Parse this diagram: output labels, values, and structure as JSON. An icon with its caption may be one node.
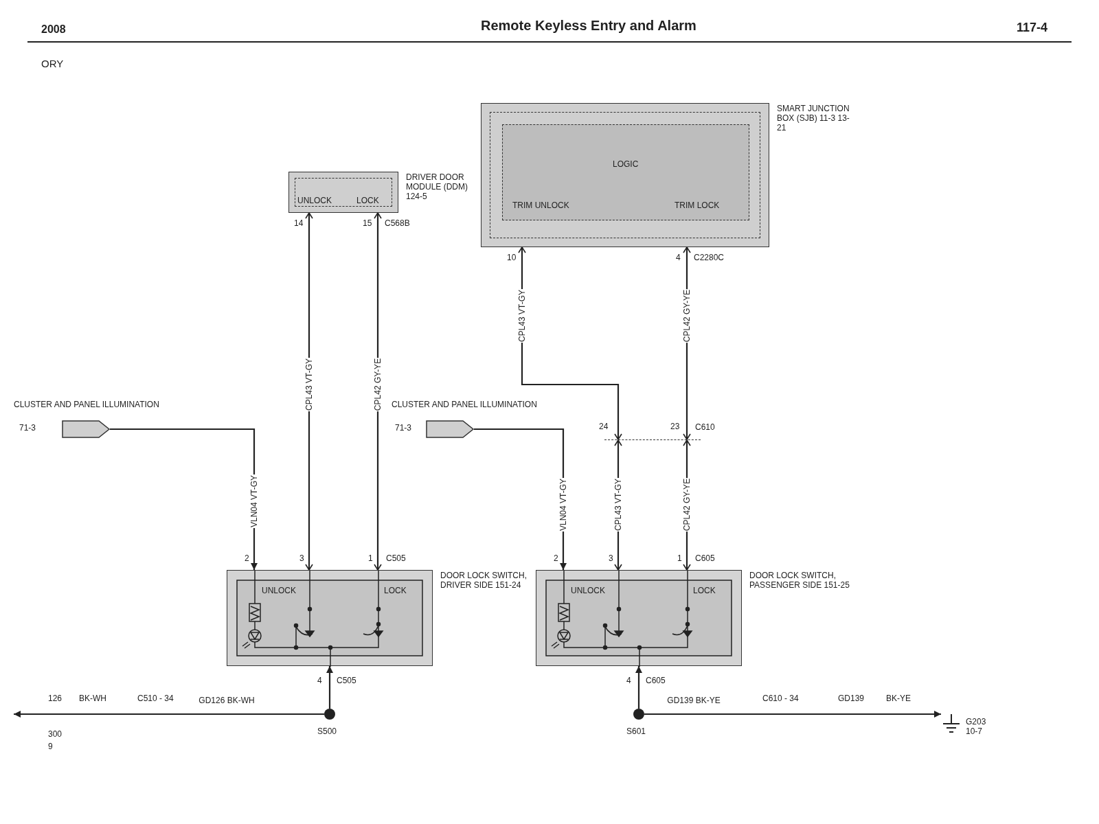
{
  "diagram": {
    "title": "Remote Keyless Entry and Alarm",
    "nodes": [
      {
        "text": [
          "UNLOCK",
          "LOCK"
        ],
        "beside": [
          "DRIVER DOOR MODULE (DDM) 124-5"
        ]
      },
      {
        "text": [],
        "shape": "box",
        "beside": [
          "SMART JUNCTION BOX (SJB) 11-3 13-21"
        ]
      },
      {
        "text": [
          "LOGIC",
          "TRIM UNLOCK",
          "TRIM LOCK"
        ],
        "in": 1
      },
      {
        "text": [],
        "shape": "pentagon",
        "beside": [
          "CLUSTER AND PANEL ILLUMINATION",
          "71-3"
        ]
      },
      {
        "text": [],
        "shape": "pentagon",
        "beside": [
          "CLUSTER AND PANEL ILLUMINATION",
          "71-3"
        ]
      },
      {
        "text": [
          "UNLOCK",
          "LOCK"
        ],
        "beside": [
          "DOOR LOCK SWITCH, DRIVER SIDE 151-24"
        ]
      },
      {
        "text": [
          "UNLOCK",
          "LOCK"
        ],
        "beside": [
          "DOOR LOCK SWITCH, PASSENGER SIDE 151-25"
        ]
      },
      {
        "text": [],
        "shape": "circle",
        "beside": [
          "S500"
        ]
      },
      {
        "text": [],
        "shape": "circle",
        "beside": [
          "S601"
        ]
      },
      {
        "text": [],
        "shape": "ground",
        "beside": [
          "G203 10-7"
        ]
      },
      {
        "text": [],
        "shape": "bar",
        "beside": [
          "C610"
        ]
      }
    ],
    "edges": [
      {
        "from": 0,
        "to": 5,
        "arrow": "both",
        "label": "CPL43 VT-GY"
      },
      {
        "from": 0,
        "to": 5,
        "arrow": "both",
        "label": "CPL42 GY-YE"
      },
      {
        "from": 3,
        "to": 5,
        "arrow": "to",
        "label": "VLN04 VT-GY"
      },
      {
        "from": 7,
        "to": 5,
        "arrow": "to"
      },
      {
        "from": 7,
        "to": null,
        "arrow": "to",
        "label": "GD126 BK-WH"
      },
      {
        "from": 1,
        "to": 10,
        "arrow": "both",
        "label": "CPL43 VT-GY"
      },
      {
        "from": 1,
        "to": 10,
        "arrow": "both",
        "label": "CPL42 GY-YE"
      },
      {
        "from": 10,
        "to": 6,
        "arrow": "both",
        "label": "CPL43 VT-GY"
      },
      {
        "from": 10,
        "to": 6,
        "arrow": "both",
        "label": "CPL42 GY-YE"
      },
      {
        "from": 4,
        "to": 6,
        "arrow": "to",
        "label": "VLN04 VT-GY"
      },
      {
        "from": 8,
        "to": 6,
        "arrow": "to"
      },
      {
        "from": 8,
        "to": 9,
        "arrow": "to",
        "label": "GD139 BK-YE"
      }
    ],
    "labels": [
      "2008",
      "117-4",
      "ORY",
      "14",
      "15",
      "C568B",
      "10",
      "4",
      "C2280C",
      "2",
      "3",
      "1",
      "C505",
      "4",
      "C505",
      "126",
      "BK-WH",
      "C510 - 34",
      "300",
      "9",
      "24",
      "23",
      "2",
      "3",
      "1",
      "C605",
      "4",
      "C605",
      "C610 - 34",
      "GD139",
      "BK-YE"
    ]
  }
}
